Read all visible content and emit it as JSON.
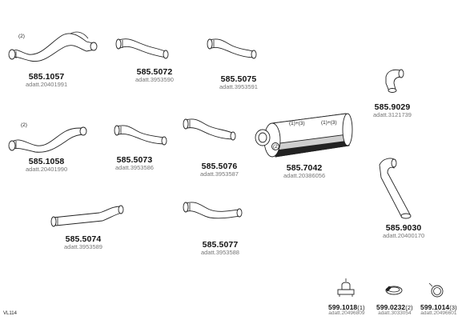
{
  "drawing_id": "VL114",
  "parts": [
    {
      "id": "p1",
      "number": "585.1057",
      "ref": "adatt.20401991",
      "note": "(2)"
    },
    {
      "id": "p2",
      "number": "585.5072",
      "ref": "adatt.3953590"
    },
    {
      "id": "p3",
      "number": "585.5075",
      "ref": "adatt.3953591"
    },
    {
      "id": "p4",
      "number": "585.9029",
      "ref": "adatt.3121739"
    },
    {
      "id": "p5",
      "number": "585.1058",
      "ref": "adatt.20401990",
      "note": "(2)"
    },
    {
      "id": "p6",
      "number": "585.5073",
      "ref": "adatt.3953586"
    },
    {
      "id": "p7",
      "number": "585.5076",
      "ref": "adatt.3953587"
    },
    {
      "id": "p8",
      "number": "585.7042",
      "ref": "adatt.20386056",
      "notes": [
        "(1)+(3)",
        "(1)+(3)",
        "(2)"
      ]
    },
    {
      "id": "p9",
      "number": "585.9030",
      "ref": "adatt.20400170"
    },
    {
      "id": "p10",
      "number": "585.5074",
      "ref": "adatt.3953589"
    },
    {
      "id": "p11",
      "number": "585.5077",
      "ref": "adatt.3953588"
    }
  ],
  "accessories": [
    {
      "id": "a1",
      "number": "599.1018",
      "qty": "(1)",
      "ref": "adatt.20496809"
    },
    {
      "id": "a2",
      "number": "599.0232",
      "qty": "(2)",
      "ref": "adatt.3033054"
    },
    {
      "id": "a3",
      "number": "599.1014",
      "qty": "(3)",
      "ref": "adatt.20496601"
    }
  ]
}
